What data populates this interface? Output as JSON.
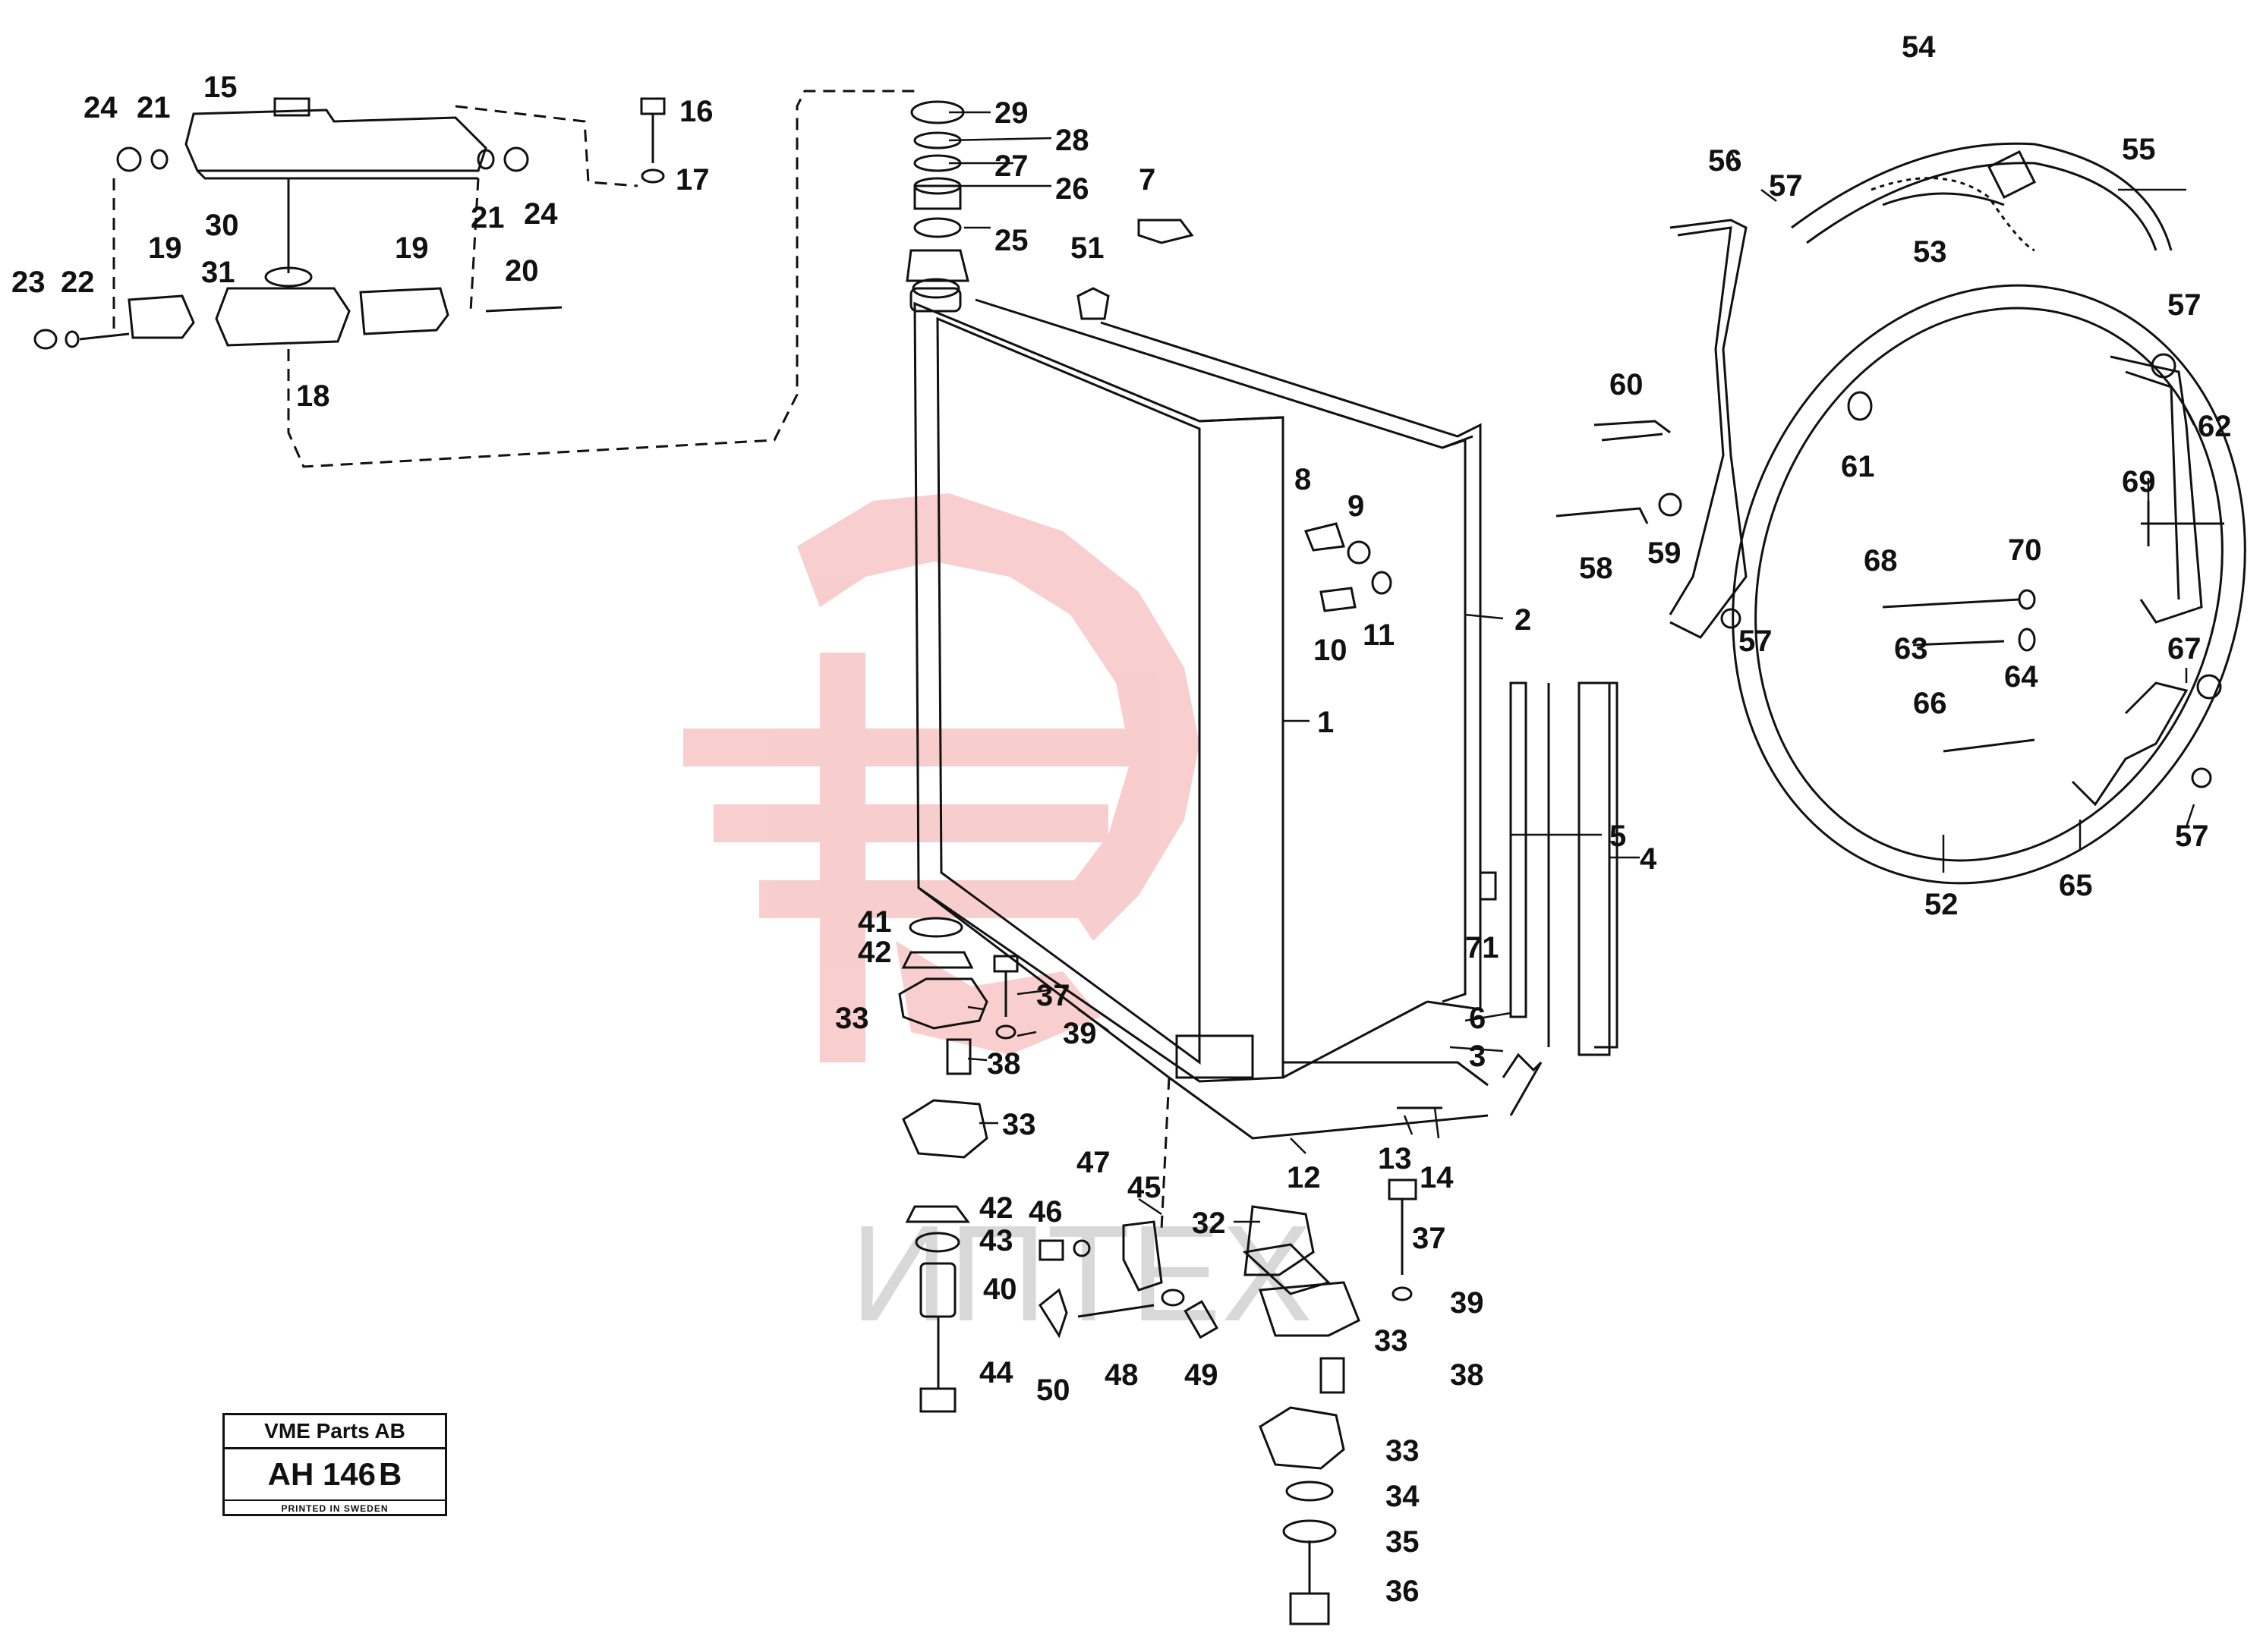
{
  "stamp": {
    "company": "VME Parts AB",
    "code_prefix": "AH",
    "code_number": "146",
    "code_suffix": "B",
    "printed": "PRINTED IN SWEDEN"
  },
  "watermark": {
    "text": "ИПТЕХ",
    "logo_color": "#f4a6a6",
    "text_color": "#d8d8d8"
  },
  "callouts": [
    "1",
    "2",
    "3",
    "4",
    "5",
    "6",
    "7",
    "8",
    "9",
    "10",
    "11",
    "12",
    "13",
    "14",
    "15",
    "16",
    "17",
    "18",
    "19",
    "19",
    "20",
    "21",
    "21",
    "22",
    "23",
    "24",
    "24",
    "25",
    "26",
    "27",
    "28",
    "29",
    "30",
    "31",
    "32",
    "33",
    "33",
    "33",
    "33",
    "34",
    "35",
    "36",
    "37",
    "37",
    "38",
    "38",
    "39",
    "39",
    "40",
    "41",
    "42",
    "42",
    "43",
    "44",
    "45",
    "46",
    "47",
    "48",
    "49",
    "50",
    "51",
    "52",
    "53",
    "54",
    "55",
    "56",
    "57",
    "57",
    "57",
    "57",
    "58",
    "59",
    "60",
    "61",
    "62",
    "63",
    "64",
    "65",
    "66",
    "67",
    "68",
    "69",
    "70",
    "71"
  ]
}
